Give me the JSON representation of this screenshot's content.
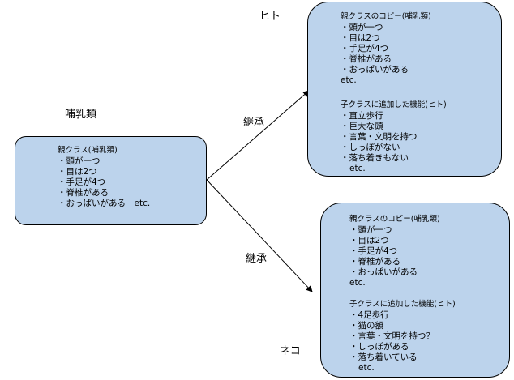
{
  "labels": {
    "parent_title": "哺乳類",
    "human_title": "ヒト",
    "cat_title": "ネコ",
    "inherit_top": "継承",
    "inherit_bottom": "継承"
  },
  "parent_box": {
    "lines": [
      "親クラス(哺乳類)",
      "・頭が一つ",
      "・目は2つ",
      "・手足が4つ",
      "・脊椎がある",
      "・おっぱいがある　etc."
    ]
  },
  "human_box": {
    "copy_lines": [
      "親クラスのコピー(哺乳類)",
      "・頭が一つ",
      "・目は2つ",
      "・手足が4つ",
      "・脊椎がある",
      "・おっぱいがある",
      "etc."
    ],
    "added_lines": [
      "子クラスに追加した機能(ヒト)",
      "・直立歩行",
      "・巨大な頭",
      "・言葉・文明を持つ",
      "・しっぽがない",
      "・落ち着きもない",
      "etc."
    ]
  },
  "cat_box": {
    "copy_lines": [
      "親クラスのコピー(哺乳類)",
      "・頭が一つ",
      "・目は2つ",
      "・手足が4つ",
      "・脊椎がある",
      "・おっぱいがある",
      "etc."
    ],
    "added_lines": [
      "子クラスに追加した機能(ヒト)",
      "・4足歩行",
      "・猫の額",
      "・言葉・文明を持つ？",
      "・しっぽがある",
      "・落ち着いている",
      "etc."
    ]
  },
  "colors": {
    "box_fill": "#bcd3ec",
    "border": "#000000"
  }
}
